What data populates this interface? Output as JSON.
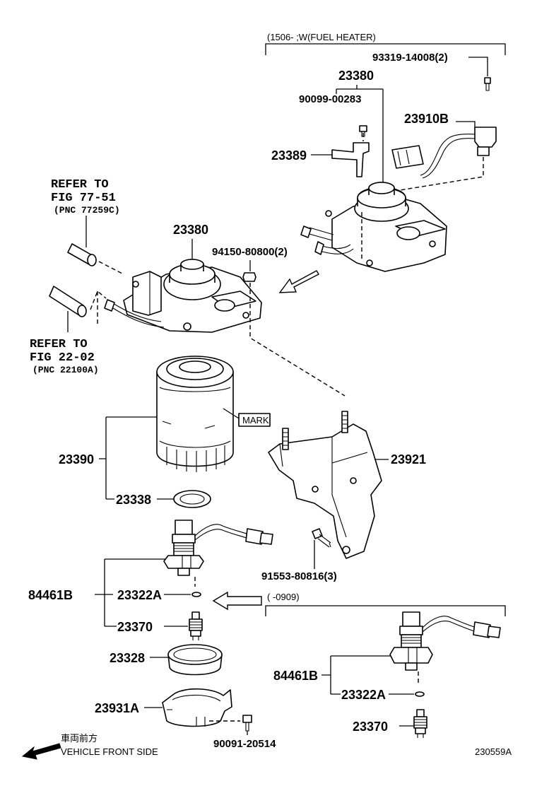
{
  "header_note": {
    "date_range": "(1506-      ;W(FUEL HEATER)"
  },
  "variant_note": {
    "date_range": "(      -0909)"
  },
  "refer_top": {
    "line1": "REFER TO",
    "line2": "FIG 77-51",
    "line3": "(PNC 77259C)"
  },
  "refer_bottom": {
    "line1": "REFER TO",
    "line2": "FIG 22-02",
    "line3": "(PNC 22100A)"
  },
  "mark_label": "MARK",
  "direction": {
    "japanese": "車両前方",
    "english": "VEHICLE FRONT SIDE"
  },
  "illustration_id": "230559A",
  "parts": {
    "p93319": "93319-14008(2)",
    "p23380_top": "23380",
    "p90099": "90099-00283",
    "p23910b": "23910B",
    "p23389": "23389",
    "p23380": "23380",
    "p94150": "94150-80800(2)",
    "p23390": "23390",
    "p23921": "23921",
    "p23338": "23338",
    "p91553": "91553-80816(3)",
    "p84461b": "84461B",
    "p23322a": "23322A",
    "p23370": "23370",
    "p23328": "23328",
    "p23931a": "23931A",
    "p90091": "90091-20514",
    "p84461b_alt": "84461B",
    "p23322a_alt": "23322A",
    "p23370_alt": "23370"
  }
}
